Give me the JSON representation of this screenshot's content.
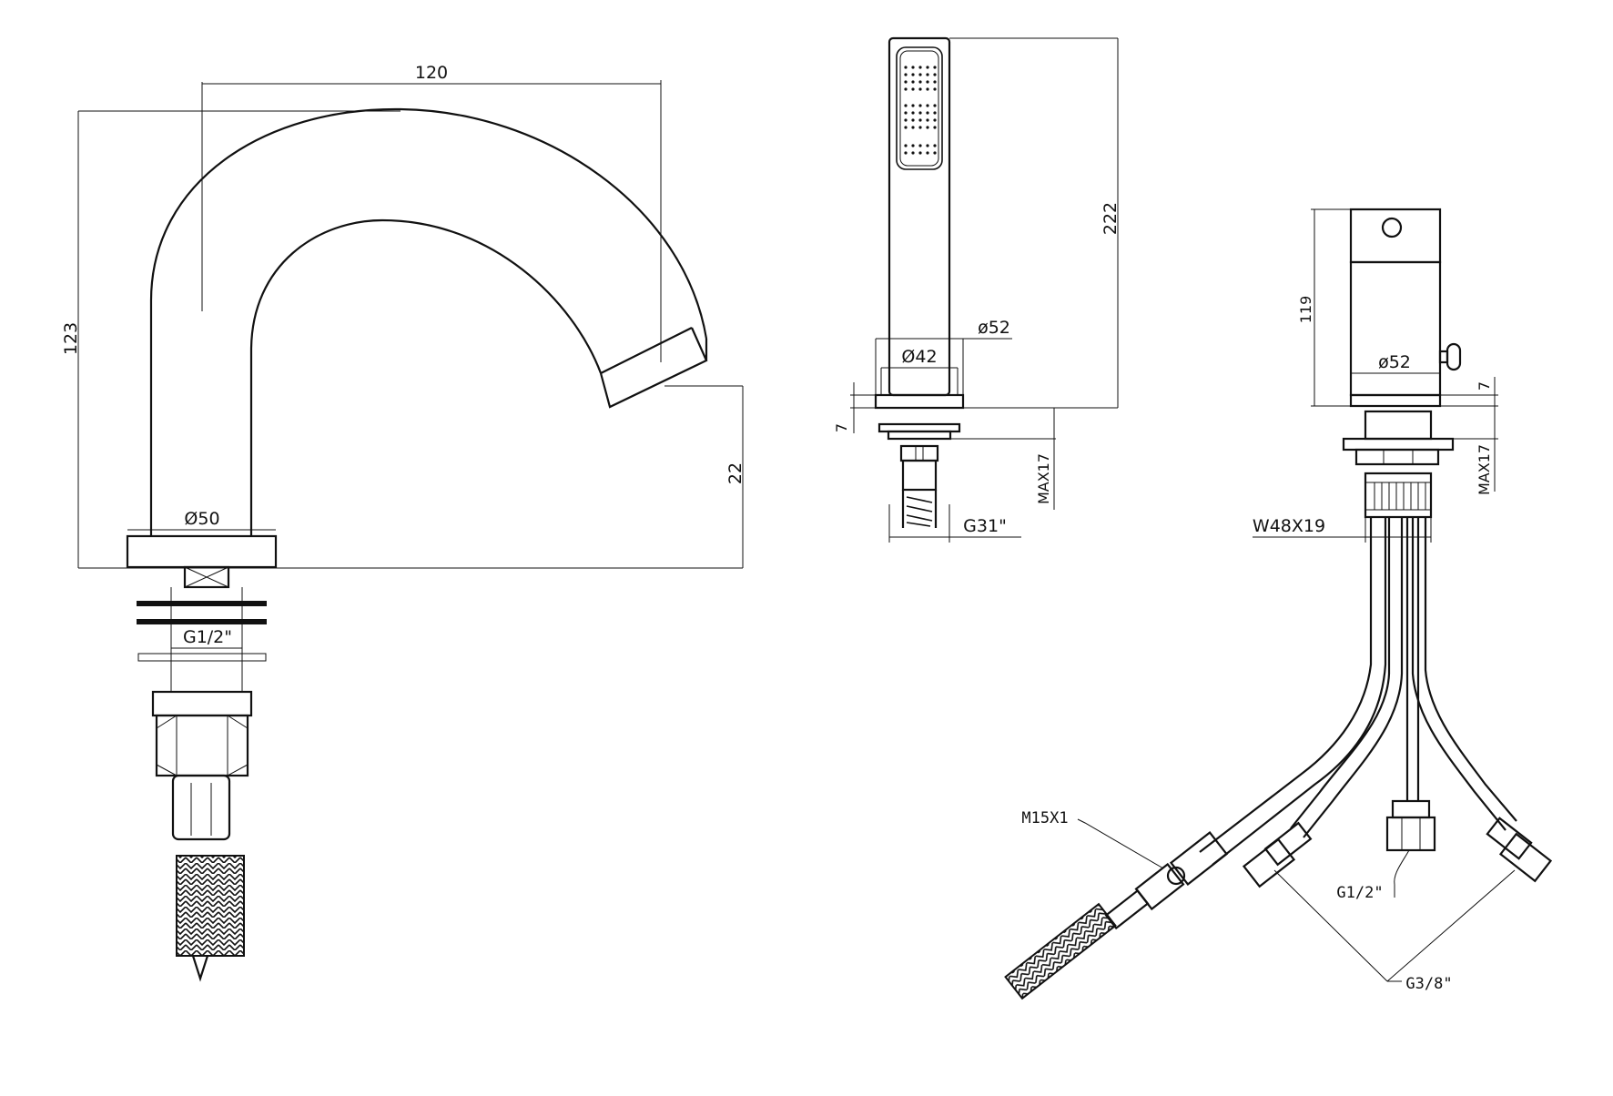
{
  "spout_view": {
    "dim_width": "120",
    "dim_height": "123",
    "dim_outlet": "22",
    "dim_base_dia": "Ø50",
    "dim_thread": "G1/2\""
  },
  "handshower_view": {
    "dim_height": "222",
    "dim_outer_dia": "ø52",
    "dim_inner_dia": "Ø42",
    "dim_gap": "7",
    "dim_max": "MAX17",
    "dim_thread": "G31\""
  },
  "diverter_view": {
    "dim_height": "119",
    "dim_dia": "ø52",
    "dim_gap": "7",
    "dim_max": "MAX17",
    "dim_nut": "W48X19",
    "label_hose_thread": "M15X1",
    "label_center_thread": "G1/2\"",
    "label_side_thread": "G3/8\""
  }
}
